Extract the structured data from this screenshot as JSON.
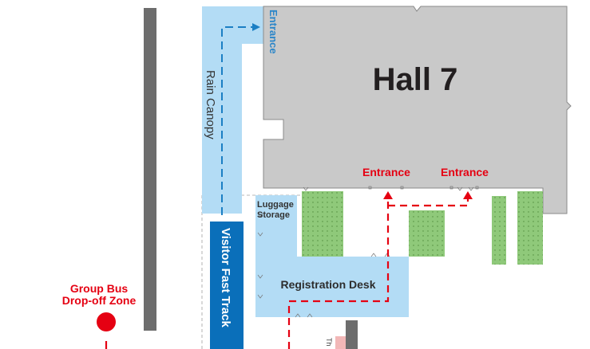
{
  "map": {
    "hall_name": "Hall 7",
    "hall_entrance_top": "Entrance",
    "hall_entrance_left": "Entrance",
    "hall_entrance_right": "Entrance",
    "rain_canopy": "Rain Canopy",
    "luggage_storage": [
      "Luggage",
      "Storage"
    ],
    "registration_desk": "Registration Desk",
    "visitor_fast_track": "Visitor Fast Track",
    "group_bus": [
      "Group Bus",
      "Drop-off Zone"
    ],
    "partial_label": "Th"
  },
  "colors": {
    "hall": "#c9c9c9",
    "hall_outline": "#8a8a8a",
    "canopy": "#b3dcf5",
    "fast_track": "#0a6fba",
    "road": "#6d6d6d",
    "green": "#8fc97a",
    "red_route": "#e50012",
    "blue_route": "#1b7fc4"
  }
}
